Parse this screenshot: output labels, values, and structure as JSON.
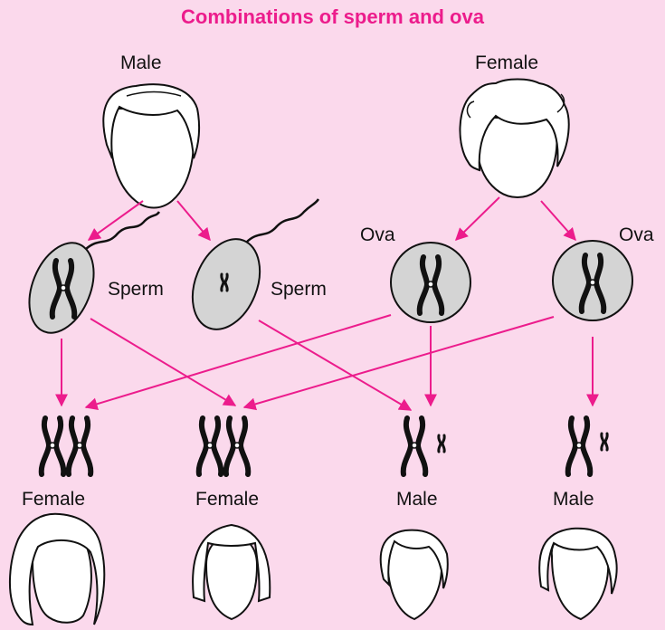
{
  "title": "Combinations of sperm and ova",
  "parents": {
    "male_label": "Male",
    "female_label": "Female"
  },
  "gametes": {
    "sperm_label": "Sperm",
    "ova_label": "Ova"
  },
  "offspring": [
    {
      "label": "Female",
      "chromosomes": "XX"
    },
    {
      "label": "Female",
      "chromosomes": "XX"
    },
    {
      "label": "Male",
      "chromosomes": "XY"
    },
    {
      "label": "Male",
      "chromosomes": "XY"
    }
  ],
  "colors": {
    "background": "#fbd9ec",
    "accent": "#ec1c8c",
    "cell_fill": "#d4d4d4"
  }
}
